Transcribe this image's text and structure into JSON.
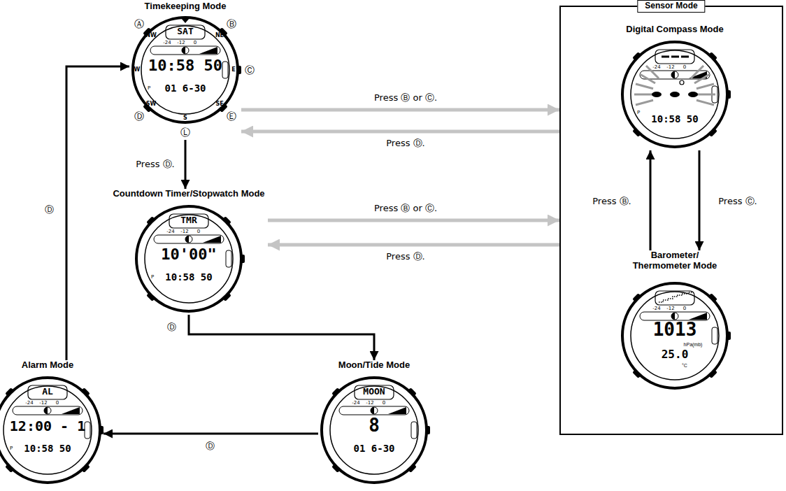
{
  "diagram": {
    "nodes": [
      {
        "text": [
          "Timekeeping Mode",
          "SAT",
          "10:58 50",
          "01 6-30"
        ]
      },
      {
        "text": [
          "Countdown Timer/Stopwatch Mode",
          "TMR",
          "10'00\"",
          "10:58 50"
        ]
      },
      {
        "text": [
          "Moon/Tide Mode",
          "MOON",
          "8",
          "01 6-30"
        ]
      },
      {
        "text": [
          "Alarm Mode",
          "AL",
          "12:00 - 1",
          "10:58 50"
        ]
      },
      {
        "text": [
          "Sensor Mode"
        ]
      },
      {
        "text": [
          "Digital Compass Mode",
          "10:58 50"
        ],
        "in": 4
      },
      {
        "text": [
          "Barometer/ Thermometer Mode",
          "1013",
          "hPa(mb)",
          "25.0",
          "°C"
        ],
        "in": 4
      }
    ],
    "edges": [
      {
        "from": 0,
        "to": 4,
        "arrow": "to",
        "label": "Press Ⓑ or Ⓒ."
      },
      {
        "from": 4,
        "to": 0,
        "arrow": "to",
        "label": "Press Ⓓ."
      },
      {
        "from": 1,
        "to": 4,
        "arrow": "to",
        "label": "Press Ⓑ or Ⓒ."
      },
      {
        "from": 4,
        "to": 1,
        "arrow": "to",
        "label": "Press Ⓓ."
      },
      {
        "from": 0,
        "to": 1,
        "arrow": "to",
        "label": "Press Ⓓ."
      },
      {
        "from": 1,
        "to": 2,
        "arrow": "to",
        "label": "Ⓓ"
      },
      {
        "from": 2,
        "to": 3,
        "arrow": "to",
        "label": "Ⓓ"
      },
      {
        "from": 3,
        "to": 0,
        "arrow": "to",
        "label": "Ⓓ"
      },
      {
        "from": 6,
        "to": 5,
        "arrow": "to",
        "label": "Press Ⓑ."
      },
      {
        "from": 5,
        "to": 6,
        "arrow": "to",
        "label": "Press Ⓒ."
      }
    ],
    "labels": [
      "NW",
      "NE",
      "E",
      "SE",
      "S",
      "SW",
      "W",
      "Ⓐ",
      "Ⓑ",
      "Ⓒ",
      "Ⓓ",
      "Ⓔ",
      "Ⓛ",
      "-24",
      "-12",
      "0",
      "-24",
      "-12",
      "0",
      "-24",
      "-12",
      "0",
      "-24",
      "-12",
      "0",
      "-24",
      "-12",
      "0",
      "-24",
      "-12",
      "0",
      "P",
      "P",
      "P",
      "P"
    ]
  }
}
